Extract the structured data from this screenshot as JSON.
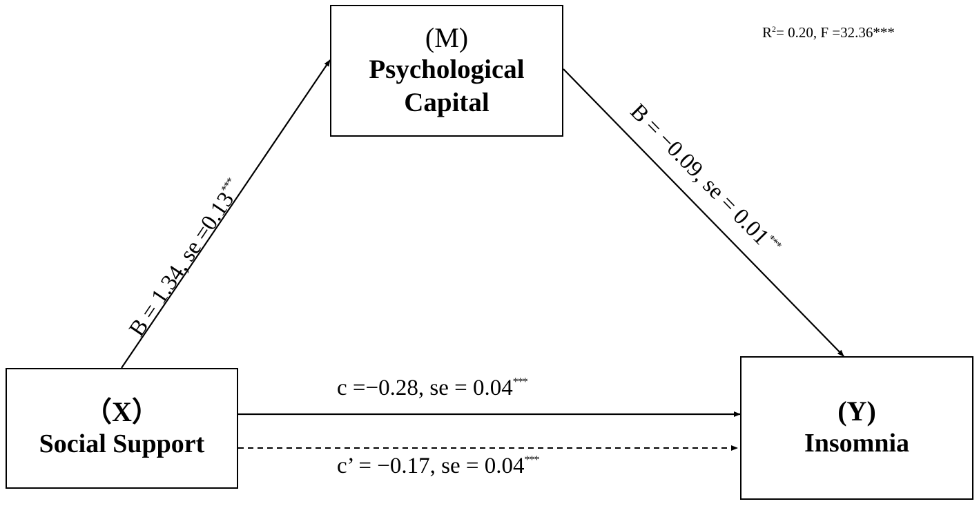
{
  "nodes": {
    "mediator": {
      "code": "(M)",
      "name": "Psychological Capital"
    },
    "predictor": {
      "code": "（X）",
      "name": "Social Support"
    },
    "outcome": {
      "code": "(Y)",
      "name": "Insomnia"
    }
  },
  "paths": {
    "a": {
      "label": "B = 1.34, se =0.13",
      "sig": "***",
      "from": "predictor",
      "to": "mediator",
      "style": "solid"
    },
    "b": {
      "label": "B = −0.09, se = 0.01",
      "sig": "***",
      "from": "mediator",
      "to": "outcome",
      "style": "solid"
    },
    "c": {
      "label": "c =−0.28, se = 0.04",
      "sig": "***",
      "from": "predictor",
      "to": "outcome",
      "style": "solid"
    },
    "c_prime": {
      "label": "c’ = −0.17, se = 0.04",
      "sig": "***",
      "from": "predictor",
      "to": "outcome",
      "style": "dashed"
    }
  },
  "model_fit": {
    "r2_prefix": "R",
    "r2_sup": "2",
    "r2_rest": "= 0.20, F =32.36***"
  }
}
